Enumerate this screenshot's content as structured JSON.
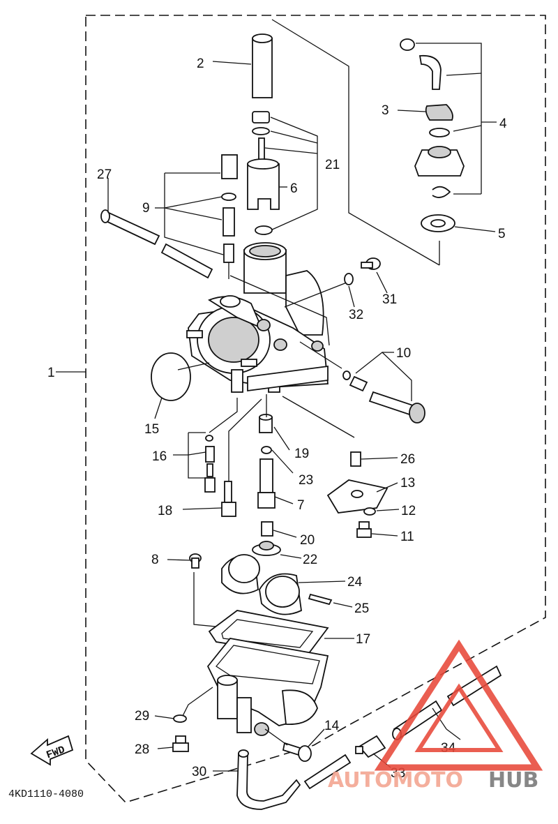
{
  "diagram": {
    "code": "4KD1110-4080",
    "fwd_label": "FWD",
    "labels": {
      "l1": "1",
      "l2": "2",
      "l3": "3",
      "l4": "4",
      "l5": "5",
      "l6": "6",
      "l7": "7",
      "l8": "8",
      "l9": "9",
      "l10": "10",
      "l11": "11",
      "l12": "12",
      "l13": "13",
      "l14": "14",
      "l15": "15",
      "l16": "16",
      "l17": "17",
      "l18": "18",
      "l19": "19",
      "l20": "20",
      "l21": "21",
      "l22": "22",
      "l23": "23",
      "l24": "24",
      "l25": "25",
      "l26": "26",
      "l27": "27",
      "l28": "28",
      "l29": "29",
      "l30": "30",
      "l31": "31",
      "l32": "32",
      "l33": "33",
      "l34": "34"
    }
  },
  "watermark": {
    "part1": "AUTOMOTO",
    "part2": "HUB",
    "color_main": "#f3a38f",
    "color_dark": "#777777",
    "triangle_color": "#e8483a"
  }
}
